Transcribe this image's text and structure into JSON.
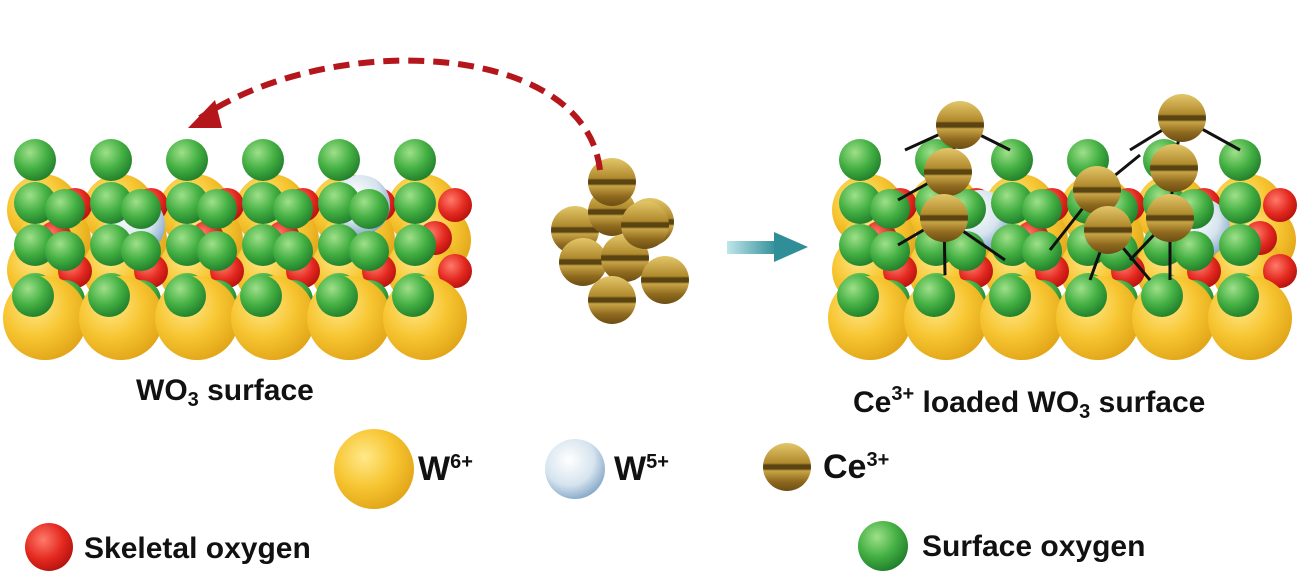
{
  "colors": {
    "w6": "#f5c025",
    "w5": "#c9dbe8",
    "ce3": "#b08a2c",
    "skeletal_oxygen": "#e3281f",
    "surface_oxygen": "#3aa73a",
    "curved_arrow": "#b4161c",
    "straight_arrow": "#3d9aa3"
  },
  "left_panel": {
    "label_main": "WO",
    "label_sub": "3",
    "label_tail": " surface"
  },
  "right_panel": {
    "label_pre": "Ce",
    "label_sup": "3+",
    "label_mid": " loaded WO",
    "label_sub": "3",
    "label_tail": " surface"
  },
  "legend": {
    "w6": {
      "base": "W",
      "sup": "6+"
    },
    "w5": {
      "base": "W",
      "sup": "5+"
    },
    "ce3": {
      "base": "Ce",
      "sup": "3+"
    },
    "skeletal_oxygen": "Skeletal oxygen",
    "surface_oxygen": "Surface oxygen"
  }
}
